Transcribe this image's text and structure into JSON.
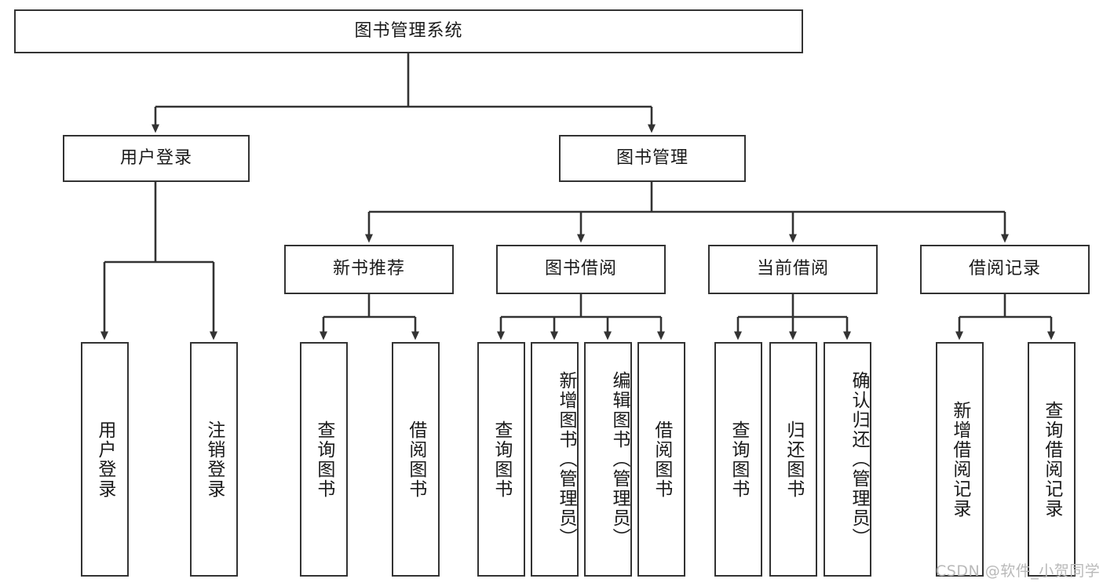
{
  "diagram": {
    "title": "图书管理系统",
    "type": "hierarchy-tree",
    "root": {
      "label": "图书管理系统"
    },
    "level2": [
      {
        "label": "用户登录"
      },
      {
        "label": "图书管理"
      }
    ],
    "level3": [
      {
        "label": "新书推荐"
      },
      {
        "label": "图书借阅"
      },
      {
        "label": "当前借阅"
      },
      {
        "label": "借阅记录"
      }
    ],
    "leaves": {
      "user_login": [
        {
          "label": "用户登录"
        },
        {
          "label": "注销登录"
        }
      ],
      "new_book_recommend": [
        {
          "label": "查询图书"
        },
        {
          "label": "借阅图书"
        }
      ],
      "book_borrow": [
        {
          "label": "查询图书"
        },
        {
          "label": "新增图书（管理员）"
        },
        {
          "label": "编辑图书（管理员）"
        },
        {
          "label": "借阅图书"
        }
      ],
      "current_borrow": [
        {
          "label": "查询图书"
        },
        {
          "label": "归还图书"
        },
        {
          "label": "确认归还（管理员）"
        }
      ],
      "borrow_record": [
        {
          "label": "新增借阅记录"
        },
        {
          "label": "查询借阅记录"
        }
      ]
    }
  },
  "watermark": {
    "text": "CSDN @软件_小贺同学"
  },
  "colors": {
    "stroke": "#333333",
    "text": "#1a1a1a",
    "background": "#ffffff",
    "watermark": "#b9b9b9"
  }
}
